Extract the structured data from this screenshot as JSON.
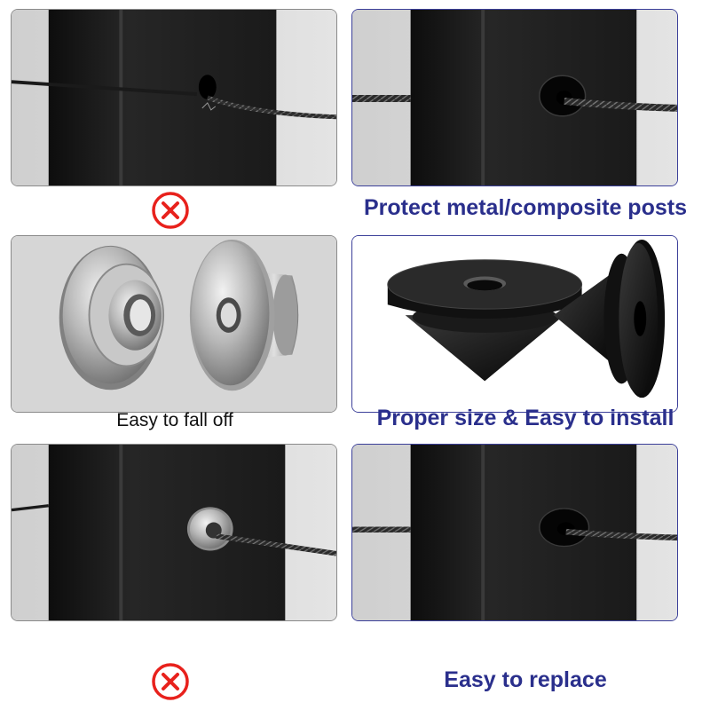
{
  "colors": {
    "good_caption": "#2a2f8c",
    "bad_mark": "#e8211c",
    "post": "#1c1c1c",
    "background": "#d9d9d9"
  },
  "rows": [
    {
      "left": {
        "scene": "cable-through-bare-hole",
        "marker_icon": "x-circle-icon"
      },
      "right": {
        "scene": "cable-with-black-grommet",
        "caption": "Protect metal/composite posts"
      }
    },
    {
      "left": {
        "scene": "stainless-steel-grommets",
        "caption": "Easy to fall off"
      },
      "right": {
        "scene": "black-rubber-grommets",
        "caption": "Proper size & Easy to install"
      }
    },
    {
      "left": {
        "scene": "cable-with-steel-grommet",
        "marker_icon": "x-circle-icon"
      },
      "right": {
        "scene": "cable-with-black-grommet",
        "caption": "Easy to replace"
      }
    }
  ]
}
